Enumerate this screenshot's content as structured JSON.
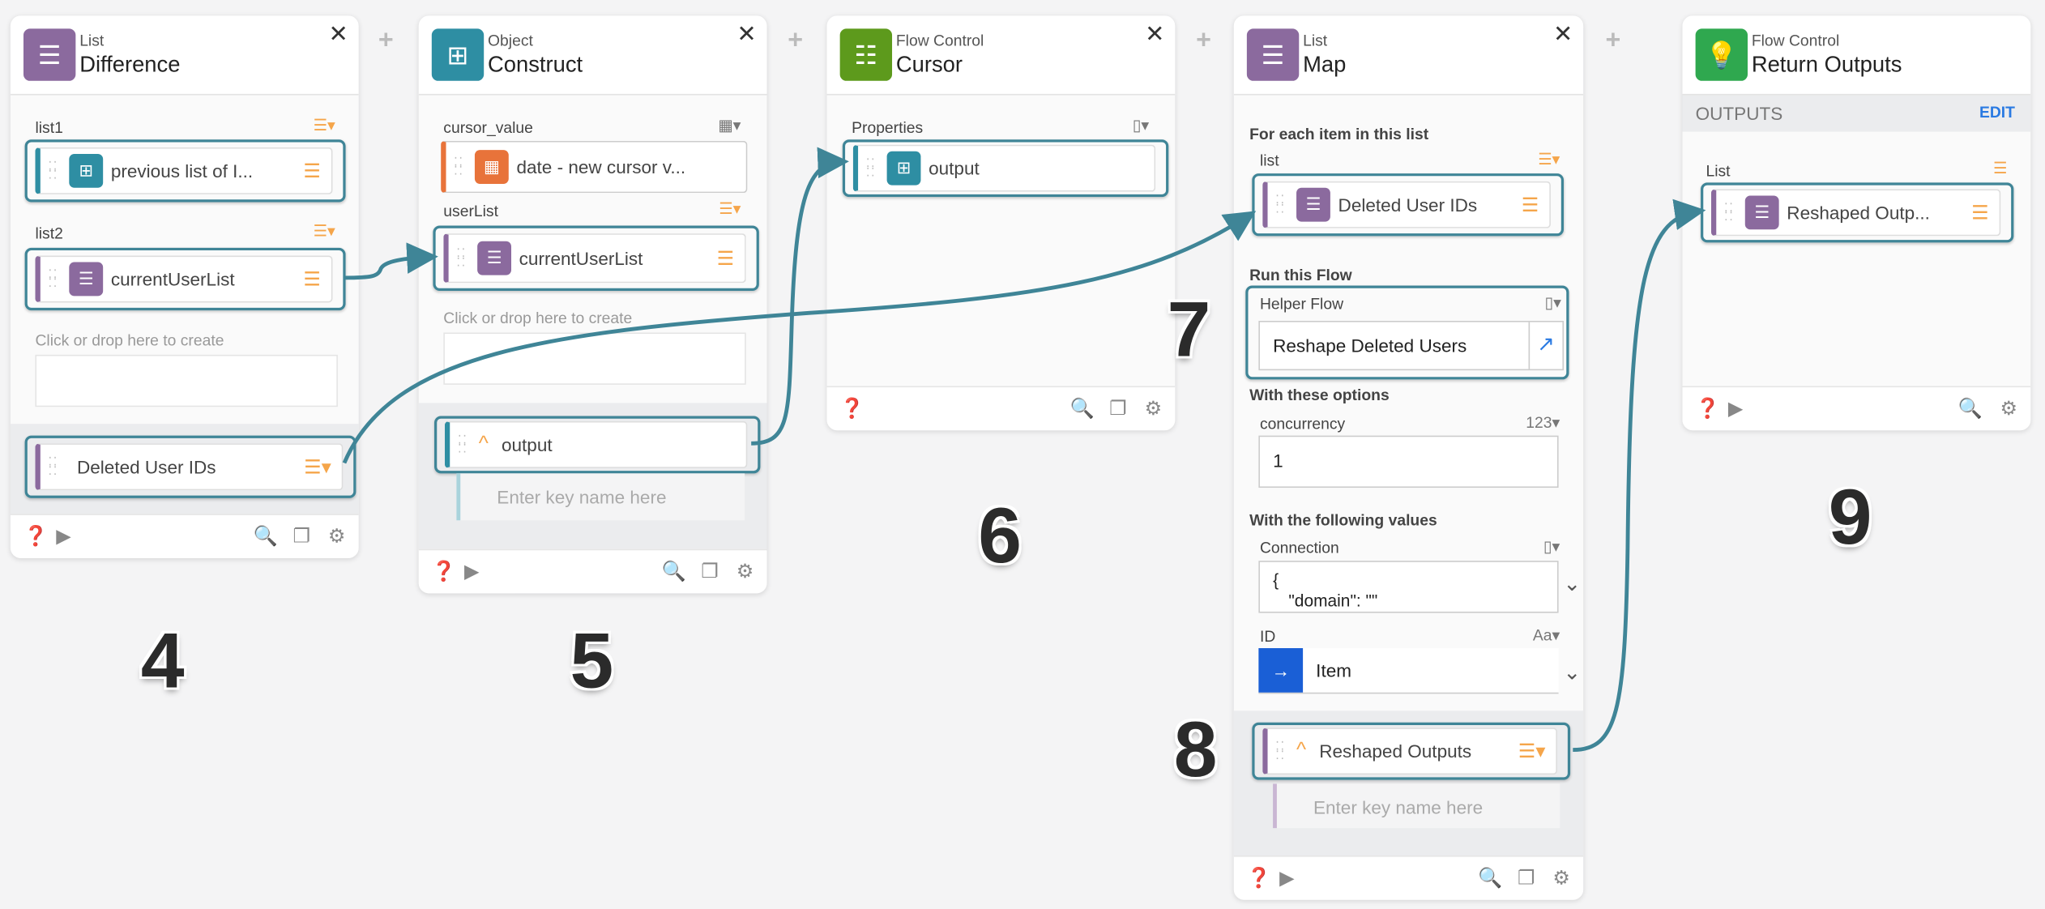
{
  "colors": {
    "list": "#8b6a9e",
    "object": "#2e8ea3",
    "date": "#e8733a",
    "flow_control": "#5d9a1c",
    "return": "#2fa84f",
    "connector": "#3f8597",
    "type_icon": "#f5a54a",
    "link": "#2a7ae2"
  },
  "cards": [
    {
      "category": "List",
      "title": "Difference",
      "icon": "list-icon",
      "fields": [
        {
          "label": "list1",
          "value": "previous list of I...",
          "type_icon": "list-type-icon"
        },
        {
          "label": "list2",
          "value": "currentUserList",
          "type_icon": "list-type-icon"
        }
      ],
      "hint": "Click or drop here to create",
      "output": "Deleted User IDs"
    },
    {
      "category": "Object",
      "title": "Construct",
      "icon": "object-icon",
      "fields": [
        {
          "label": "cursor_value",
          "value": "date - new cursor v...",
          "type_icon": "calendar-type-icon"
        },
        {
          "label": "userList",
          "value": "currentUserList",
          "type_icon": "list-type-icon"
        }
      ],
      "hint": "Click or drop here to create",
      "output": "output",
      "key_placeholder": "Enter key name here"
    },
    {
      "category": "Flow Control",
      "title": "Cursor",
      "icon": "sliders-icon",
      "fields": [
        {
          "label": "Properties",
          "value": "output",
          "type_icon": "cylinder-type-icon"
        }
      ]
    },
    {
      "category": "List",
      "title": "Map",
      "icon": "list-icon",
      "section1": "For each item in this list",
      "list_label": "list",
      "list_value": "Deleted User IDs",
      "section2": "Run this Flow",
      "helper_label": "Helper Flow",
      "helper_value": "Reshape Deleted Users",
      "section3": "With these options",
      "concurrency_label": "concurrency",
      "concurrency_type": "123",
      "concurrency_value": "1",
      "section4": "With the following values",
      "connection_label": "Connection",
      "connection_value": "{",
      "connection_value2": "\"domain\": \"\"",
      "id_label": "ID",
      "id_type": "Aa",
      "id_value": "Item",
      "output": "Reshaped Outputs",
      "key_placeholder": "Enter key name here"
    },
    {
      "category": "Flow Control",
      "title": "Return Outputs",
      "icon": "lightbulb-icon",
      "outputs_label": "OUTPUTS",
      "edit_label": "EDIT",
      "list_label": "List",
      "list_value": "Reshaped Outp..."
    }
  ],
  "annotations": [
    "4",
    "5",
    "6",
    "7",
    "8",
    "9"
  ]
}
